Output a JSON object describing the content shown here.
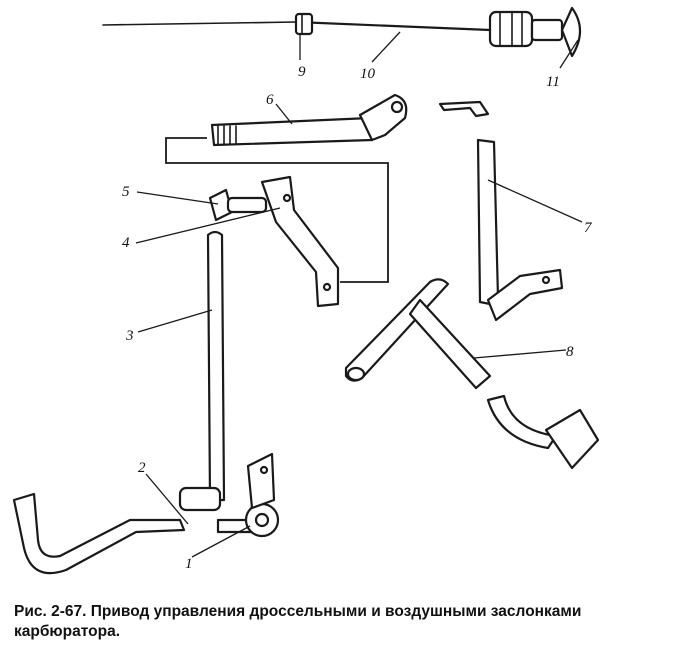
{
  "figure": {
    "caption": "Рис. 2-67. Привод управления дроссельными и воздушными заслонками карбюратора.",
    "callouts": [
      "1",
      "2",
      "3",
      "4",
      "5",
      "6",
      "7",
      "8",
      "9",
      "10",
      "11"
    ]
  }
}
